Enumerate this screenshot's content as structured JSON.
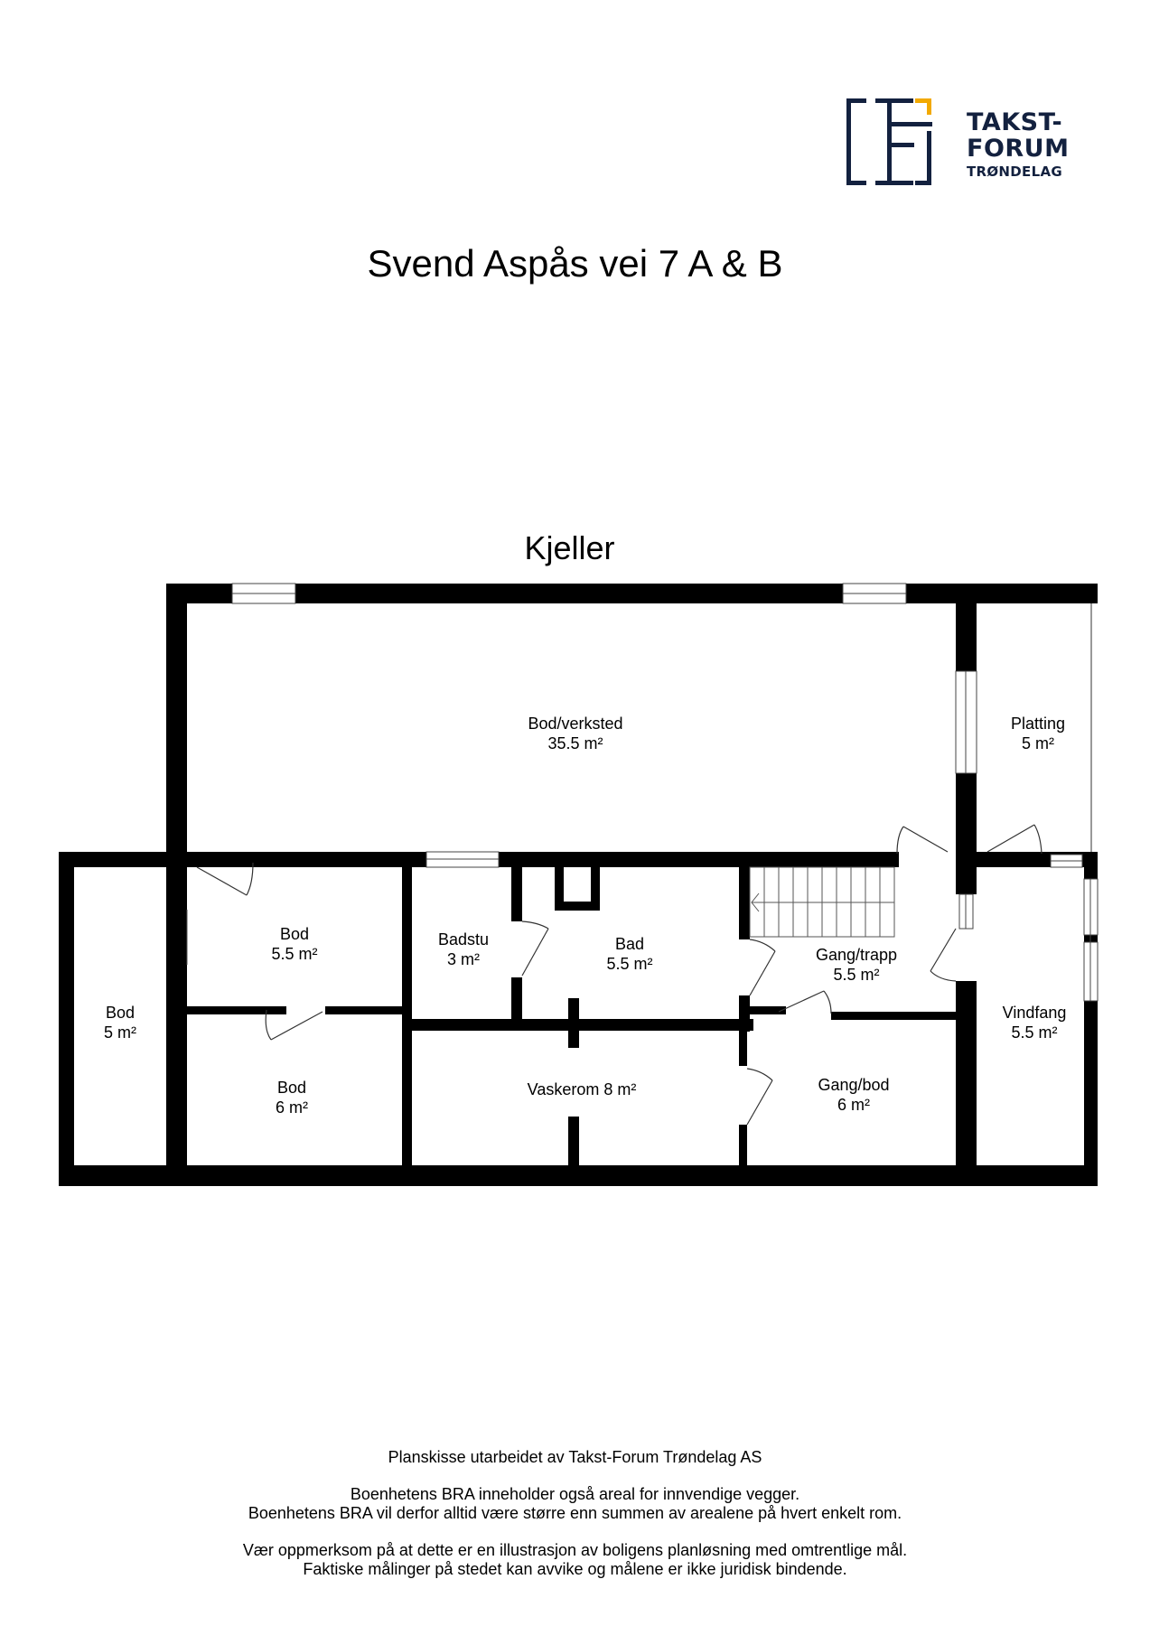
{
  "brand": {
    "line1": "TAKST-",
    "line2": "FORUM",
    "line3": "TRØNDELAG",
    "colors": {
      "navy": "#13213f",
      "accent": "#f2a900"
    }
  },
  "title": "Svend Aspås vei 7 A & B",
  "floor": {
    "name": "Kjeller"
  },
  "rooms": [
    {
      "name": "Bod/verksted",
      "area": "35.5 m²"
    },
    {
      "name": "Platting",
      "area": "5 m²"
    },
    {
      "name": "Bod",
      "area": "5 m²"
    },
    {
      "name": "Bod",
      "area": "5.5 m²"
    },
    {
      "name": "Bod",
      "area": "6 m²"
    },
    {
      "name": "Badstu",
      "area": "3 m²"
    },
    {
      "name": "Bad",
      "area": "5.5 m²"
    },
    {
      "name": "Vaskerom 8 m²",
      "area": ""
    },
    {
      "name": "Gang/trapp",
      "area": "5.5 m²"
    },
    {
      "name": "Gang/bod",
      "area": "6 m²"
    },
    {
      "name": "Vindfang",
      "area": "5.5 m²"
    }
  ],
  "footer": {
    "credit": "Planskisse utarbeidet av Takst-Forum Trøndelag AS",
    "bra_note_1": "Boenhetens BRA inneholder også areal for innvendige vegger.",
    "bra_note_2": "Boenhetens BRA vil derfor alltid være større enn summen av arealene på hvert enkelt rom.",
    "disclaimer_1": "Vær oppmerksom på at dette er en illustrasjon av boligens planløsning med omtrentlige mål.",
    "disclaimer_2": "Faktiske målinger på stedet kan avvike og målene er ikke juridisk bindende."
  }
}
